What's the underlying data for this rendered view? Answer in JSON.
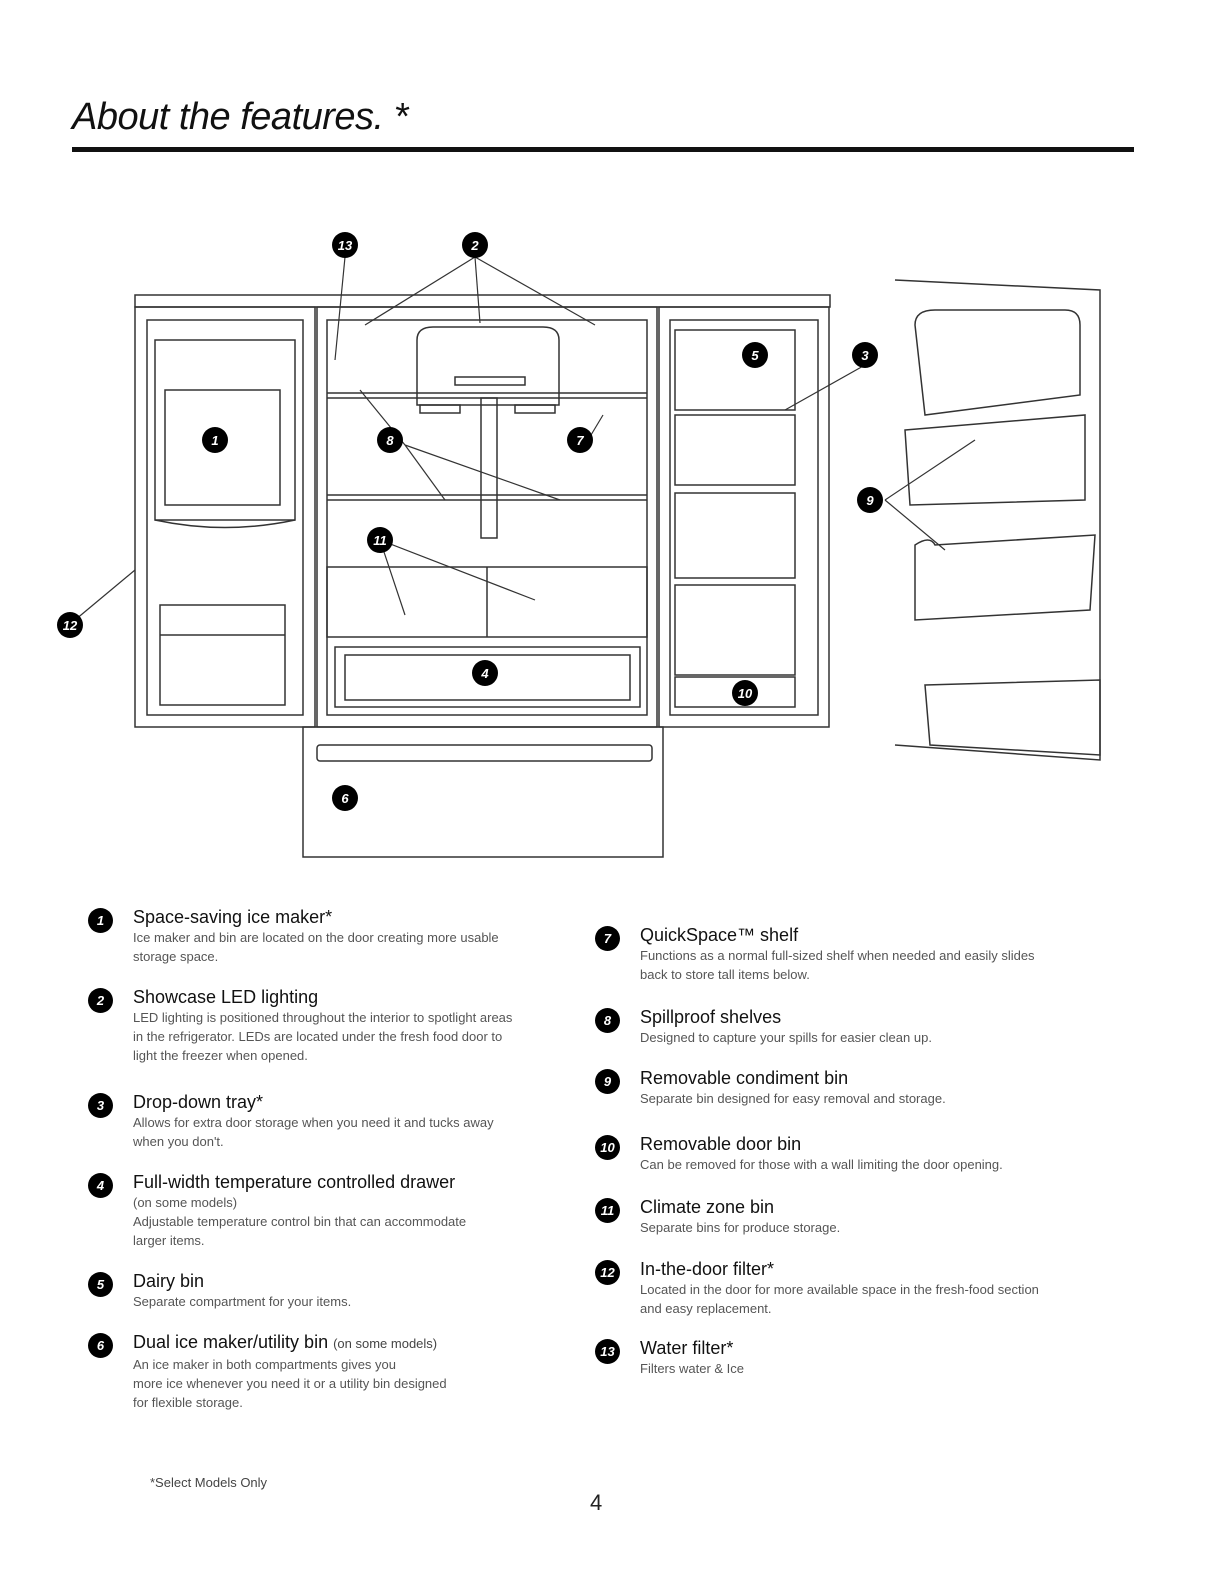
{
  "header": {
    "title": "About the features.",
    "title_mark": "*"
  },
  "diagram": {
    "callouts": [
      "1",
      "2",
      "3",
      "4",
      "5",
      "6",
      "7",
      "8",
      "9",
      "10",
      "11",
      "12",
      "13"
    ],
    "colors": {
      "line": "#333333",
      "badge": "#000000"
    }
  },
  "features_left": [
    {
      "num": "1",
      "title": "Space-saving ice maker*",
      "note": "",
      "desc": [
        "Ice maker and bin are located on the door creating more usable",
        "storage space."
      ]
    },
    {
      "num": "2",
      "title": "Showcase LED lighting",
      "note": "",
      "desc": [
        "LED lighting is positioned throughout the interior to spotlight areas",
        "in the refrigerator. LEDs are located under the fresh food door to",
        "light the freezer when opened."
      ]
    },
    {
      "num": "3",
      "title": "Drop-down tray*",
      "note": "",
      "desc": [
        "Allows for extra door storage when you need it and tucks away",
        "when you don't."
      ]
    },
    {
      "num": "4",
      "title": "Full-width temperature controlled drawer",
      "note": "",
      "desc": [
        "(on some models)",
        "Adjustable temperature control bin that can accommodate",
        "larger items."
      ]
    },
    {
      "num": "5",
      "title": "Dairy bin",
      "note": "",
      "desc": [
        "Separate compartment for your items."
      ]
    },
    {
      "num": "6",
      "title": "Dual ice maker/utility bin",
      "note": "(on some models)",
      "desc": [
        "An ice maker in both compartments gives you",
        "more ice whenever you need it or a utility bin designed",
        "for flexible storage."
      ]
    }
  ],
  "features_right": [
    {
      "num": "7",
      "title": "QuickSpace™ shelf",
      "note": "",
      "desc": [
        "Functions as a normal full-sized shelf when needed and easily slides",
        "back to store tall items below."
      ]
    },
    {
      "num": "8",
      "title": "Spillproof shelves",
      "note": "",
      "desc": [
        "Designed to capture your spills for easier clean up."
      ]
    },
    {
      "num": "9",
      "title": "Removable condiment bin",
      "note": "",
      "desc": [
        "Separate bin designed for easy removal and storage."
      ]
    },
    {
      "num": "10",
      "title": "Removable door bin",
      "note": "",
      "desc": [
        "Can be removed for those with a wall limiting the door opening."
      ]
    },
    {
      "num": "11",
      "title": "Climate zone bin",
      "note": "",
      "desc": [
        "Separate bins for produce storage."
      ]
    },
    {
      "num": "12",
      "title": "In-the-door filter*",
      "note": "",
      "desc": [
        "Located in the door for more available space in the fresh-food section",
        "and easy replacement."
      ]
    },
    {
      "num": "13",
      "title": "Water filter*",
      "note": "",
      "desc": [
        "Filters water & Ice"
      ]
    }
  ],
  "footer": {
    "footnote": "*Select Models Only",
    "page_number": "4"
  }
}
